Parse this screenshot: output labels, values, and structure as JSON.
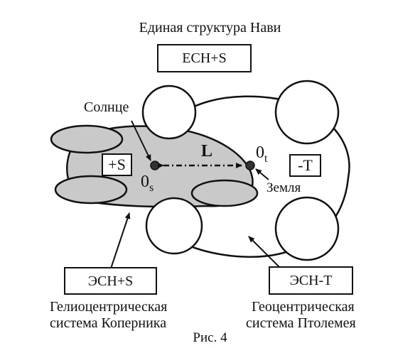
{
  "title": "Единая структура Нави",
  "boxes": {
    "top": "ЕСН+S",
    "left_inner": "+S",
    "right_inner": "-T",
    "bottom_left": "ЭСН+S",
    "bottom_right": "ЭСН-Т"
  },
  "labels": {
    "sun": "Солнце",
    "earth": "Земля",
    "distance": "L",
    "point_s_main": "0",
    "point_s_sub": "s",
    "point_t_main": "0",
    "point_t_sub": "t"
  },
  "captions": {
    "left_line1": "Гелиоцентрическая",
    "left_line2": "система Коперника",
    "right_line1": "Геоцентрическая",
    "right_line2": "система Птолемея"
  },
  "figure_caption": "Рис. 4"
}
